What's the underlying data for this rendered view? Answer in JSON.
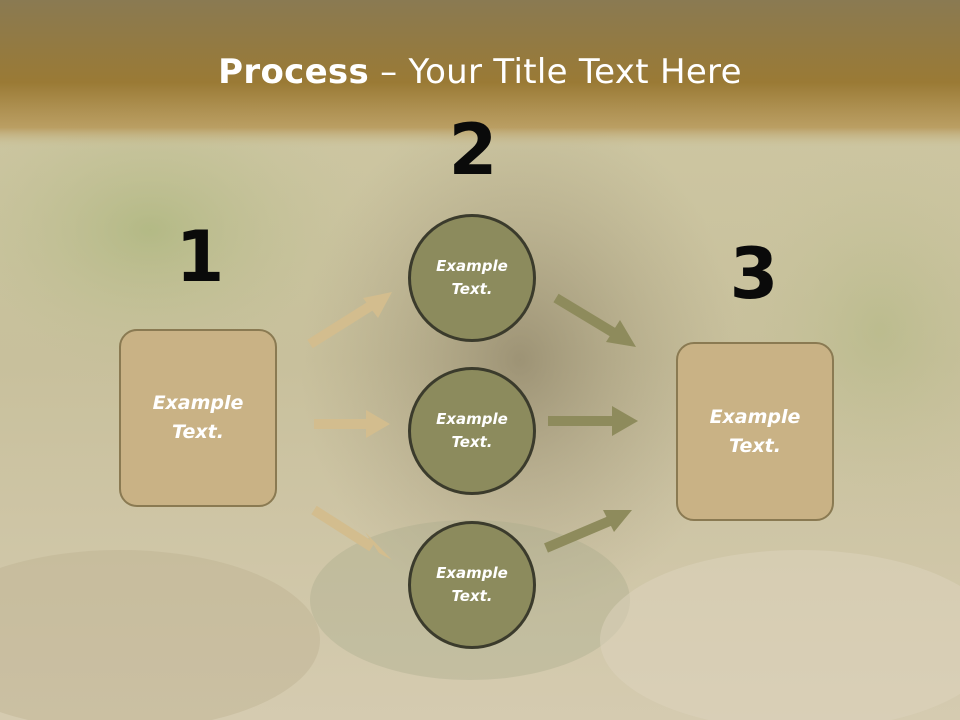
{
  "slide": {
    "title_bold": "Process",
    "title_rest": " – Your Title Text Here"
  },
  "colors": {
    "header_band": "#8c7238",
    "box_fill": "#c9b285",
    "circle_fill": "#8c8b5d",
    "arrow_tan": "#d3bd8e",
    "arrow_olive": "#8e8b5c"
  },
  "steps": {
    "one": {
      "number": "1",
      "text_line1": "Example",
      "text_line2": "Text."
    },
    "two": {
      "number": "2"
    },
    "three": {
      "number": "3",
      "text_line1": "Example",
      "text_line2": "Text."
    }
  },
  "circles": [
    {
      "text_line1": "Example",
      "text_line2": "Text."
    },
    {
      "text_line1": "Example",
      "text_line2": "Text."
    },
    {
      "text_line1": "Example",
      "text_line2": "Text."
    }
  ]
}
